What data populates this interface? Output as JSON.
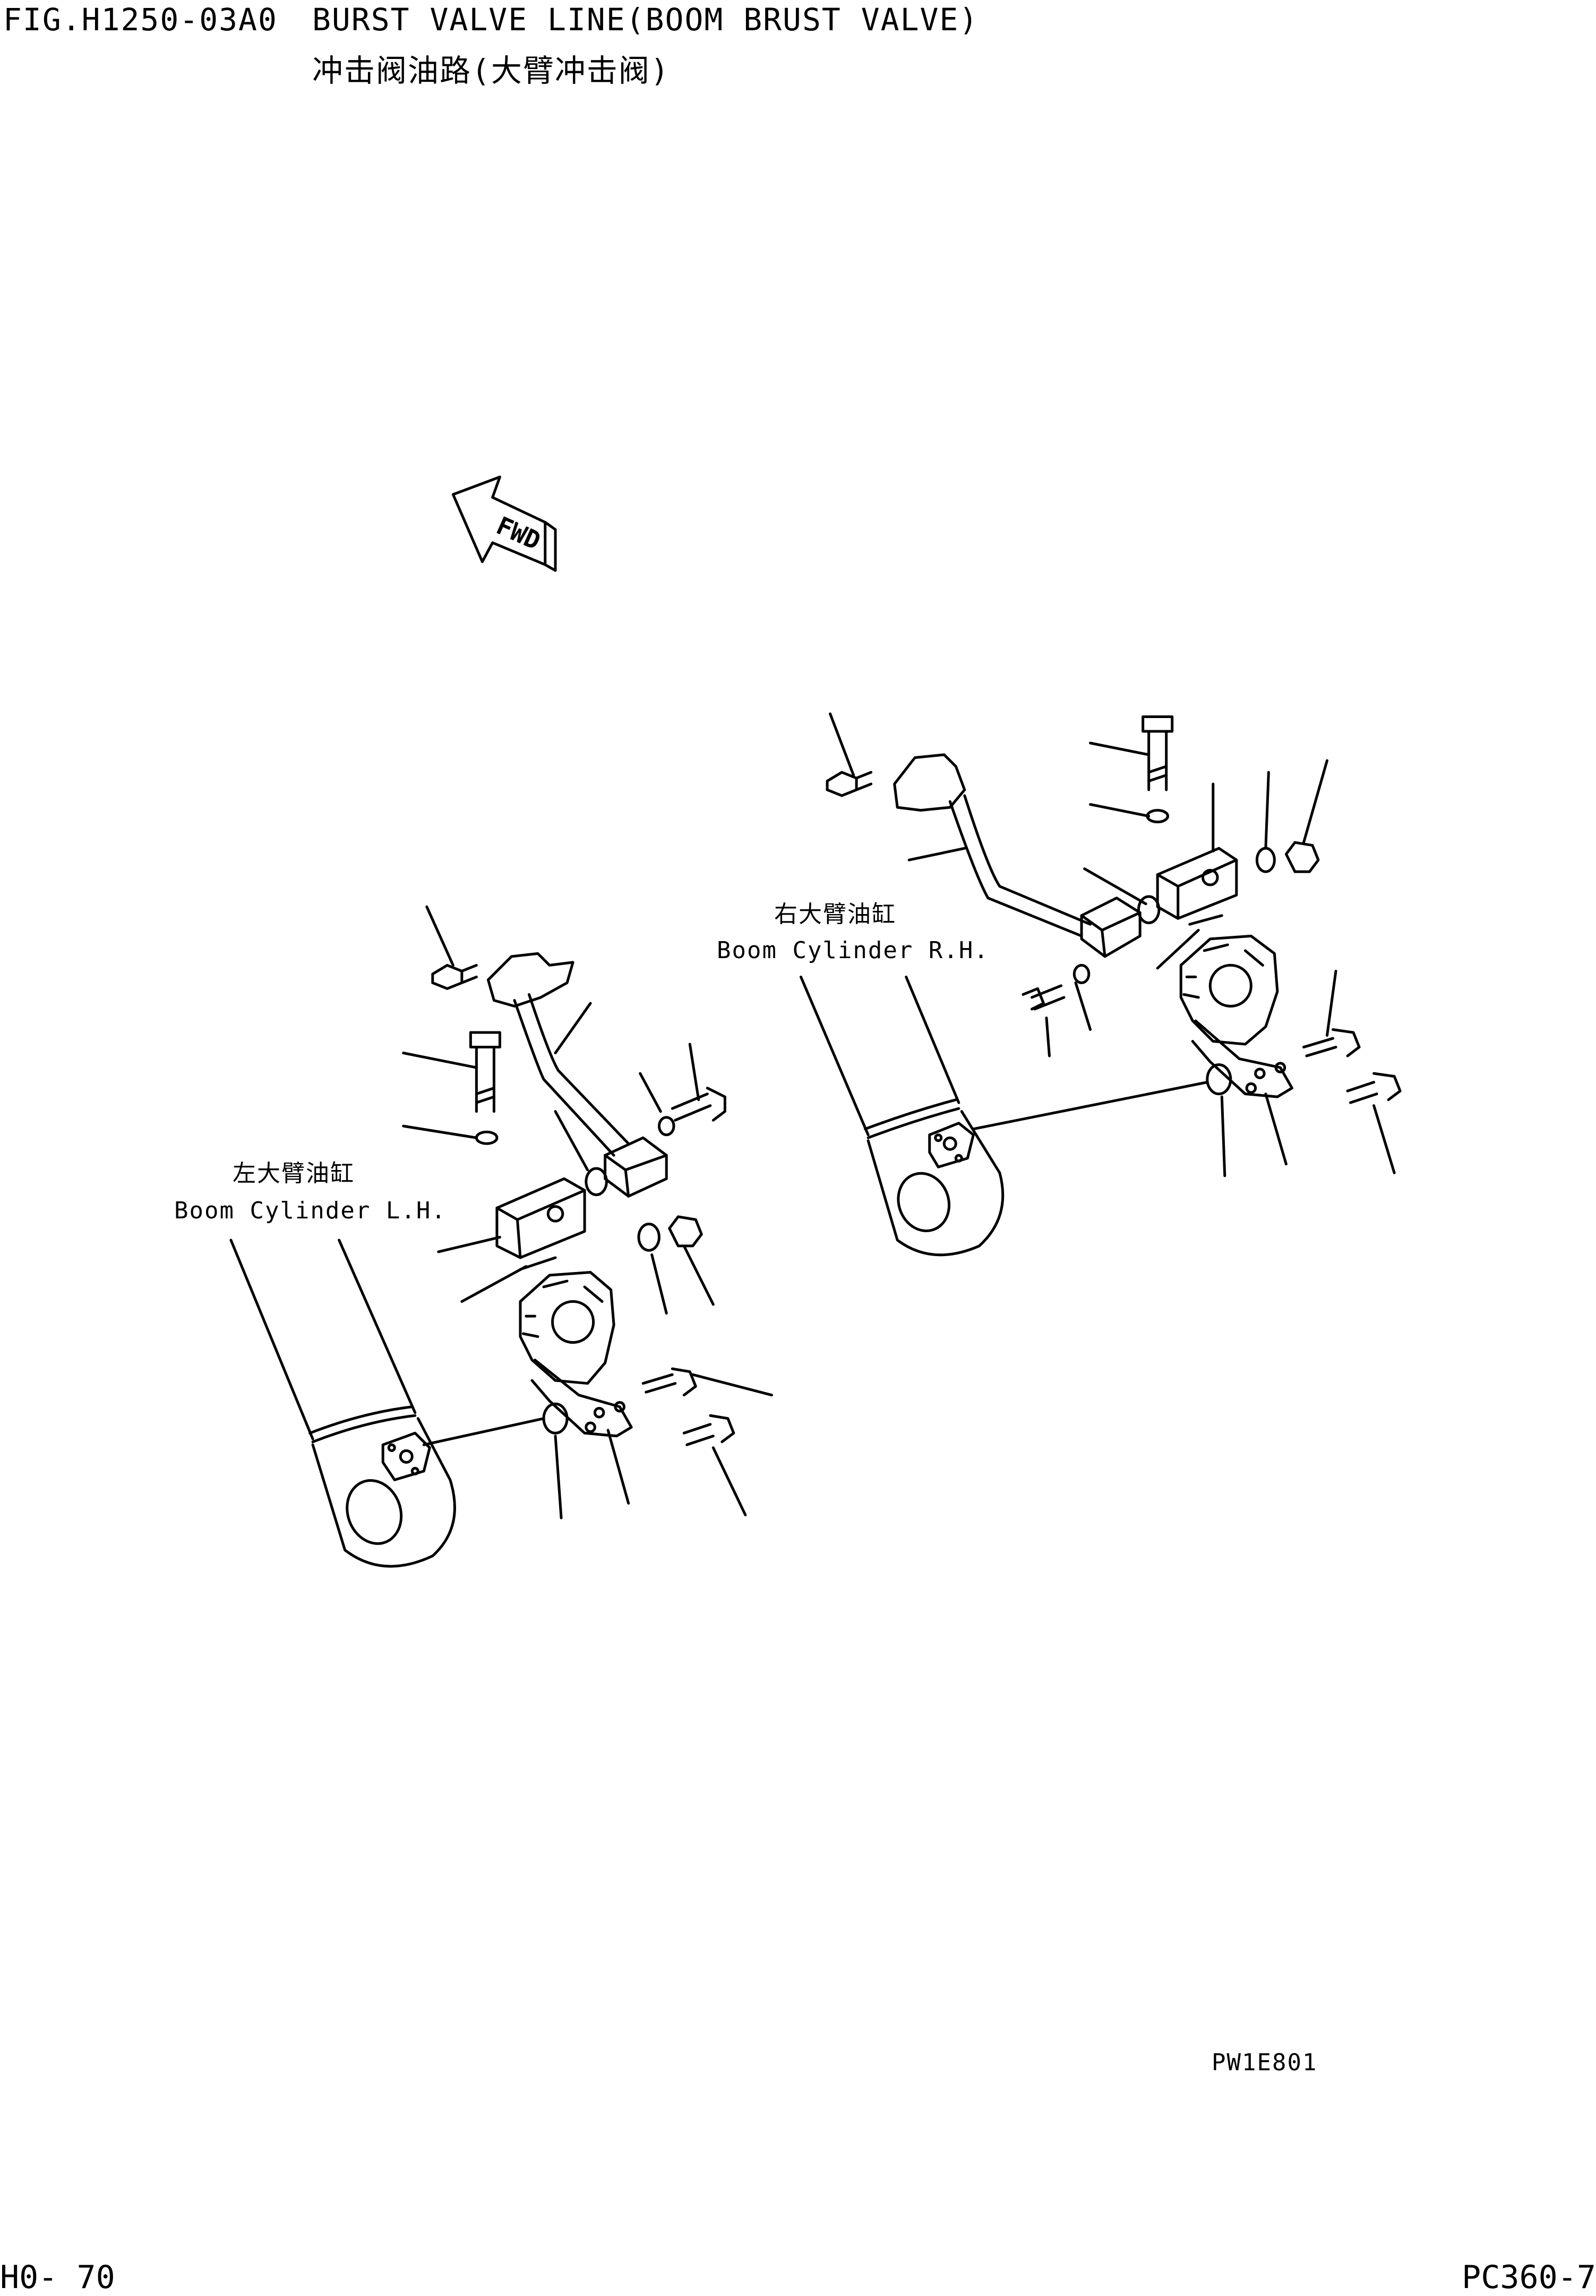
{
  "header": {
    "figure_code": "FIG.H1250-03A0",
    "title_en": "BURST VALVE LINE(BOOM BRUST VALVE)",
    "title_cn": "冲击阀油路(大臂冲击阀)"
  },
  "direction_arrow": {
    "text": "FWD"
  },
  "labels": {
    "left_cn": "左大臂油缸",
    "left_en": "Boom Cylinder L.H.",
    "right_cn": "右大臂油缸",
    "right_en": "Boom Cylinder R.H."
  },
  "drawing_code": "PW1E801",
  "footer": {
    "page": "H0- 70",
    "model": "PC360-7"
  },
  "colors": {
    "ink": "#000000",
    "paper": "#ffffff"
  }
}
